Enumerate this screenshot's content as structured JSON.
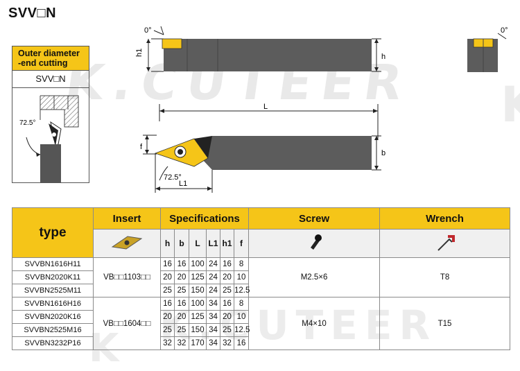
{
  "title": "SVV□N",
  "watermark": "K.CUTEER",
  "watermark_partial": "K",
  "inset": {
    "heading": "Outer diameter -end cutting",
    "heading_line1": "Outer diameter",
    "heading_line2": "-end cutting",
    "code": "SVV□N",
    "angle": "72.5°"
  },
  "drawing": {
    "top_angle": "0°",
    "side_angle": "0°",
    "h1": "h1",
    "h": "h",
    "L": "L",
    "f": "f",
    "b": "b",
    "L1": "L1",
    "angle": "72.5°"
  },
  "table": {
    "headers": {
      "type": "type",
      "insert": "Insert",
      "specifications": "Specifications",
      "screw": "Screw",
      "wrench": "Wrench"
    },
    "spec_columns": [
      "h",
      "b",
      "L",
      "L1",
      "h1",
      "f"
    ],
    "groups": [
      {
        "insert": "VB□□1103□□",
        "screw": "M2.5×6",
        "wrench": "T8",
        "rows": [
          {
            "type": "SVVBN1616H11",
            "specs": [
              "16",
              "16",
              "100",
              "24",
              "16",
              "8"
            ]
          },
          {
            "type": "SVVBN2020K11",
            "specs": [
              "20",
              "20",
              "125",
              "24",
              "20",
              "10"
            ]
          },
          {
            "type": "SVVBN2525M11",
            "specs": [
              "25",
              "25",
              "150",
              "24",
              "25",
              "12.5"
            ]
          }
        ]
      },
      {
        "insert": "VB□□1604□□",
        "screw": "M4×10",
        "wrench": "T15",
        "rows": [
          {
            "type": "SVVBN1616H16",
            "specs": [
              "16",
              "16",
              "100",
              "34",
              "16",
              "8"
            ]
          },
          {
            "type": "SVVBN2020K16",
            "specs": [
              "20",
              "20",
              "125",
              "34",
              "20",
              "10"
            ]
          },
          {
            "type": "SVVBN2525M16",
            "specs": [
              "25",
              "25",
              "150",
              "34",
              "25",
              "12.5"
            ]
          },
          {
            "type": "SVVBN3232P16",
            "specs": [
              "32",
              "32",
              "170",
              "34",
              "32",
              "16"
            ]
          }
        ]
      }
    ]
  },
  "colors": {
    "accent": "#f5c518",
    "body": "#5a5a5a",
    "wrench": "#c0282d"
  }
}
